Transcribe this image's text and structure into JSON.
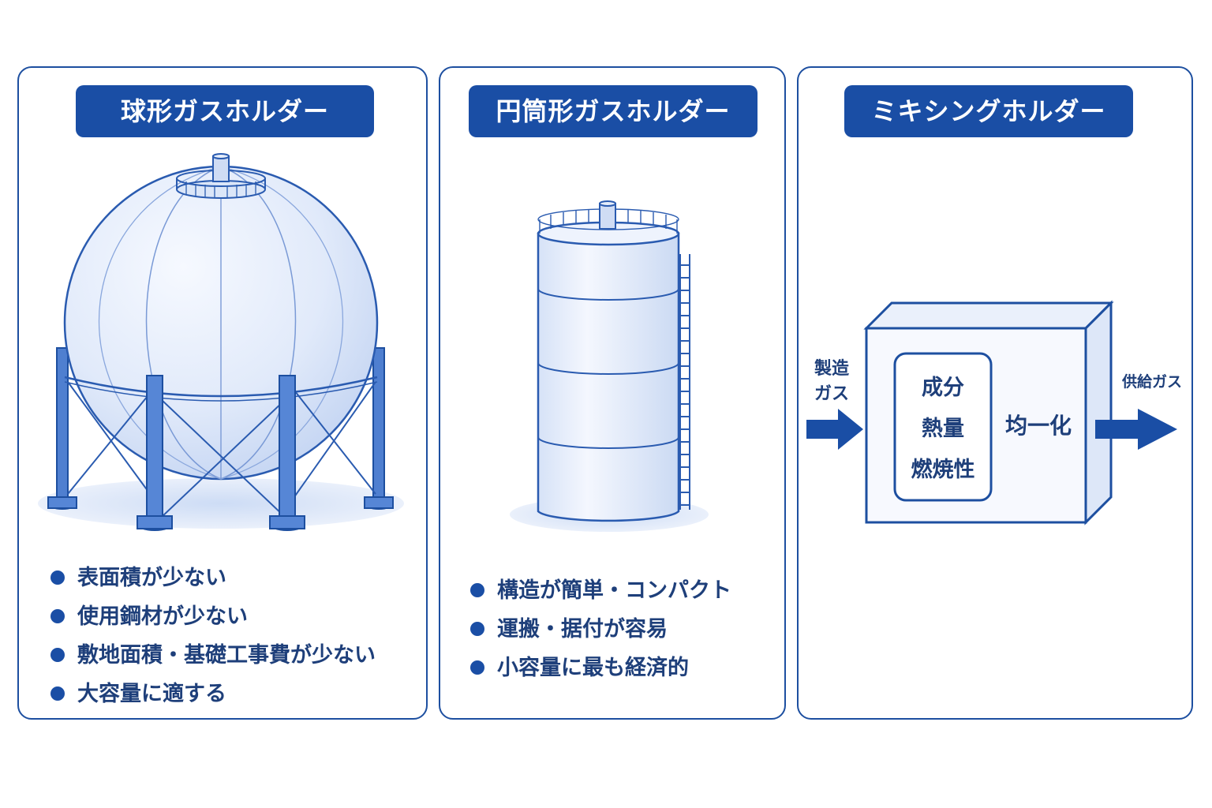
{
  "panels": [
    {
      "title": "球形ガスホルダー",
      "bullets": [
        "表面積が少ない",
        "使用鋼材が少ない",
        "敷地面積・基礎工事費が少ない",
        "大容量に適する"
      ]
    },
    {
      "title": "円筒形ガスホルダー",
      "bullets": [
        "構造が簡単・コンパクト",
        "運搬・据付が容易",
        "小容量に最も経済的"
      ]
    },
    {
      "title": "ミキシングホルダー",
      "diagram": {
        "input_line1": "製造",
        "input_line2": "ガス",
        "inner_items": [
          "成分",
          "熱量",
          "燃焼性"
        ],
        "process": "均一化",
        "output": "供給ガス"
      }
    }
  ],
  "colors": {
    "primary": "#1a4ea5",
    "line": "#2a5bb0",
    "fill_light": "#e6eefb",
    "text_dark": "#1e3f7a"
  }
}
